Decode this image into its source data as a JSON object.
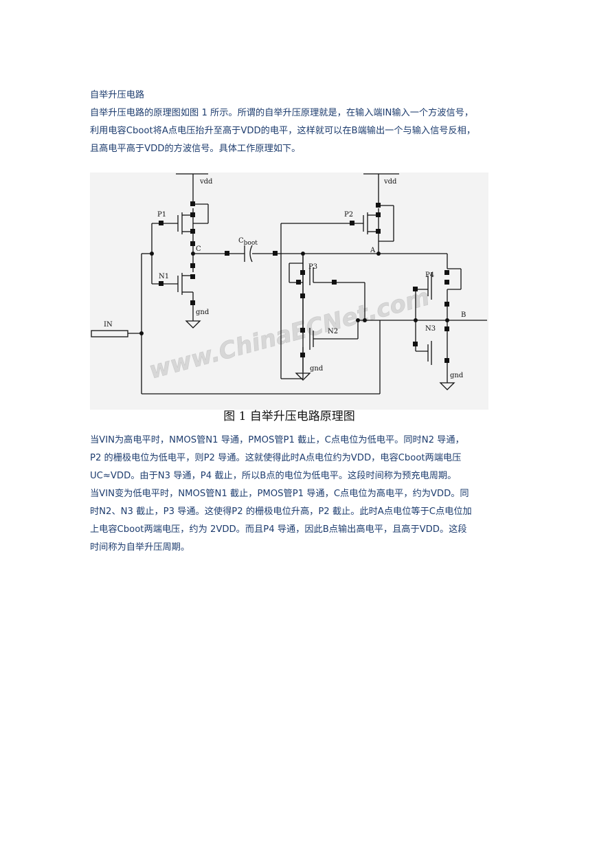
{
  "title": "自举升压电路",
  "intro": [
    "自举升压电路的原理图如图 1 所示。所谓的自举升压原理就是，在输入端IN输入一个方波信号，",
    "利用电容Cboot将A点电压抬升至高于VDD的电平，这样就可以在B端输出一个与输入信号反相，",
    "且高电平高于VDD的方波信号。具体工作原理如下。"
  ],
  "figure": {
    "caption": "图 1 自举升压电路原理图",
    "watermark": "www.ChinaECNet.com",
    "labels": {
      "vdd_left": "vdd",
      "vdd_right": "vdd",
      "p1": "P1",
      "p2": "P2",
      "p3": "P3",
      "p4": "P4",
      "n1": "N1",
      "n2": "N2",
      "n3": "N3",
      "c": "C",
      "a": "A",
      "b": "B",
      "in": "IN",
      "cboot_main": "C",
      "cboot_sub": "boot",
      "gnd_left": "gnd",
      "gnd_mid": "gnd",
      "gnd_right": "gnd"
    }
  },
  "para1": [
    "当VIN为高电平时，NMOS管N1 导通，PMOS管P1 截止，C点电位为低电平。同时N2 导通，",
    "P2  的栅极电位为低电平，则P2  导通。这就使得此时A点电位约为VDD，电容Cboot两端电压",
    "UC≈VDD。由于N3 导通，P4 截止，所以B点的电位为低电平。这段时间称为预充电周期。"
  ],
  "para2": [
    "当VIN变为低电平时，NMOS管N1 截止，PMOS管P1 导通，C点电位为高电平，约为VDD。同",
    "时N2、N3 截止，P3 导通。这使得P2 的栅极电位升高，P2 截止。此时A点电位等于C点电位加",
    "上电容Cboot两端电压，约为 2VDD。而且P4 导通，因此B点输出高电平，且高于VDD。这段",
    "时间称为自举升压周期。"
  ]
}
